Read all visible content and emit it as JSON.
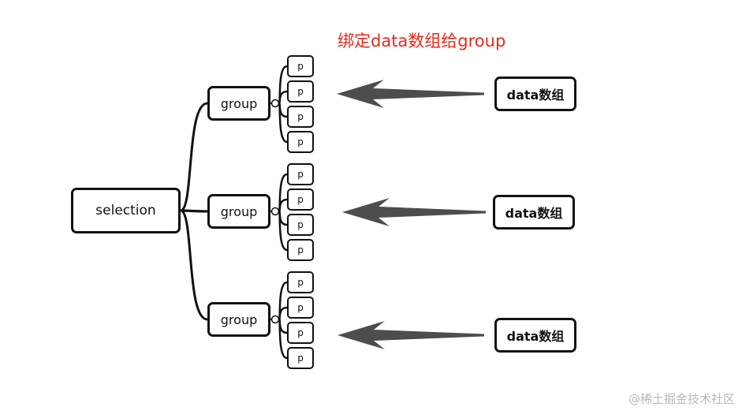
{
  "title": "绑定data数组给group",
  "root": {
    "label": "selection"
  },
  "groups": [
    {
      "label": "group",
      "items": [
        "p",
        "p",
        "p",
        "p"
      ],
      "bound_data": "data数组"
    },
    {
      "label": "group",
      "items": [
        "p",
        "p",
        "p",
        "p"
      ],
      "bound_data": "data数组"
    },
    {
      "label": "group",
      "items": [
        "p",
        "p",
        "p",
        "p"
      ],
      "bound_data": "data数组"
    }
  ],
  "watermark": "@稀土掘金技术社区",
  "colors": {
    "title": "#e8291c",
    "arrow": "#4d4d4d",
    "stroke": "#111111"
  }
}
